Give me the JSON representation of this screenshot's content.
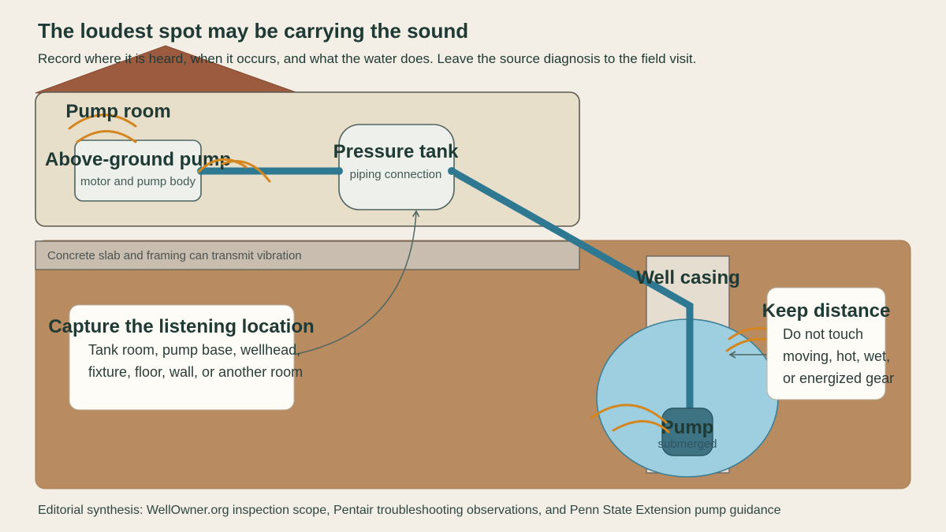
{
  "title": "The loudest spot may be carrying the sound",
  "subtitle": "Record where it is heard, when it occurs, and what the water does. Leave the source diagnosis to the field visit.",
  "pump_room": {
    "label": "Pump room",
    "above_ground_pump": {
      "label": "Above-ground pump",
      "note": "motor and pump body"
    },
    "pressure_tank": {
      "label": "Pressure tank",
      "note": "piping connection"
    }
  },
  "slab_note": "Concrete slab and framing can transmit vibration",
  "well": {
    "casing_label": "Well casing",
    "pump_label": "Pump",
    "pump_note": "submerged"
  },
  "listening_card": {
    "title": "Capture the listening location",
    "lines": [
      "Tank room, pump base, wellhead,",
      "fixture, floor, wall, or another room"
    ]
  },
  "safety_card": {
    "title": "Keep distance",
    "lines": [
      "Do not touch",
      "moving, hot, wet,",
      "or energized gear"
    ]
  },
  "footer": "Editorial synthesis: WellOwner.org inspection scope, Pentair troubleshooting observations, and Penn State Extension pump guidance",
  "colors": {
    "background": "#f3efe6",
    "room_fill": "#e8dfcb",
    "roof": "#9c5a3f",
    "ground": "#b98b60",
    "slab": "#c8bdae",
    "pipe": "#2e7891",
    "water": "#9ecfe0",
    "sound_wave": "#d4861f",
    "text_dark": "#1f3a34"
  }
}
